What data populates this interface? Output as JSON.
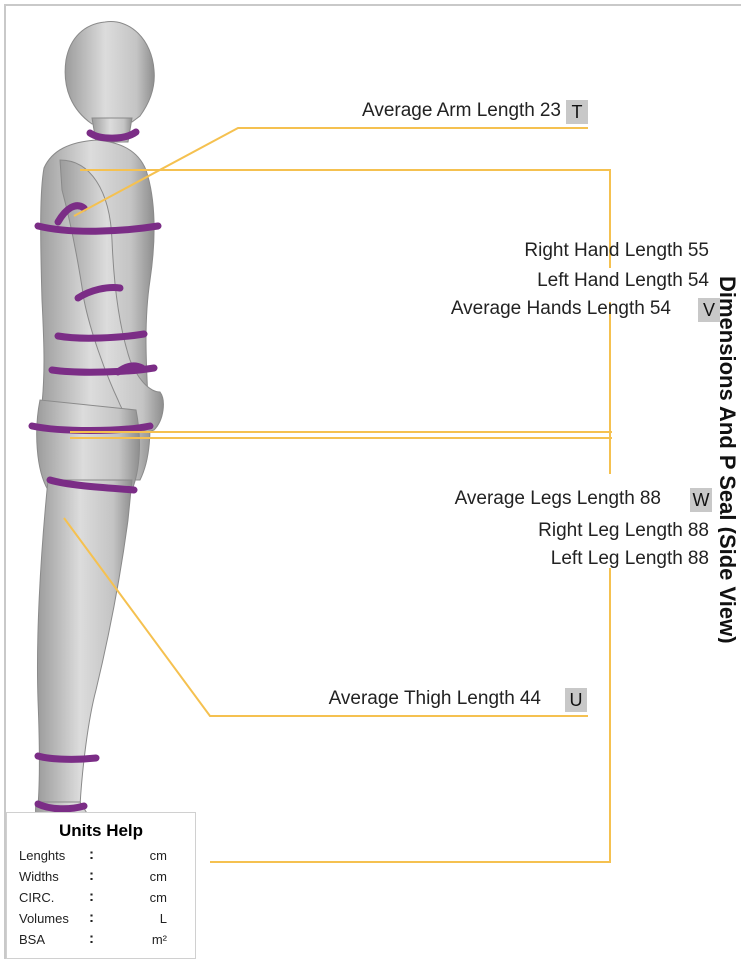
{
  "side_title": "Dimensions And P Seal (Side View)",
  "measurements": {
    "arm": {
      "label": "Average Arm Length",
      "value": "23",
      "badge": "T"
    },
    "right_hand": {
      "label": "Right Hand Length",
      "value": "55"
    },
    "left_hand": {
      "label": "Left Hand Length",
      "value": "54"
    },
    "avg_hands": {
      "label": "Average Hands Length",
      "value": "54",
      "badge": "V"
    },
    "avg_legs": {
      "label": "Average Legs Length",
      "value": "88",
      "badge": "W"
    },
    "right_leg": {
      "label": "Right Leg Length",
      "value": "88"
    },
    "left_leg": {
      "label": "Left Leg Length",
      "value": "88"
    },
    "thigh": {
      "label": "Average Thigh Length",
      "value": "44",
      "badge": "U"
    }
  },
  "units_help": {
    "title": "Units Help",
    "rows": [
      {
        "name": "Lenghts",
        "sep": ":",
        "unit": "cm"
      },
      {
        "name": "Widths",
        "sep": ":",
        "unit": "cm"
      },
      {
        "name": "CIRC.",
        "sep": ":",
        "unit": "cm"
      },
      {
        "name": "Volumes",
        "sep": ":",
        "unit": "L"
      },
      {
        "name": "BSA",
        "sep": ":",
        "unit": "m²"
      }
    ]
  },
  "colors": {
    "leader_line": "#f5c150",
    "band": "#7b2d86",
    "body": "#bdbdbd",
    "badge": "#c8c8c8"
  }
}
